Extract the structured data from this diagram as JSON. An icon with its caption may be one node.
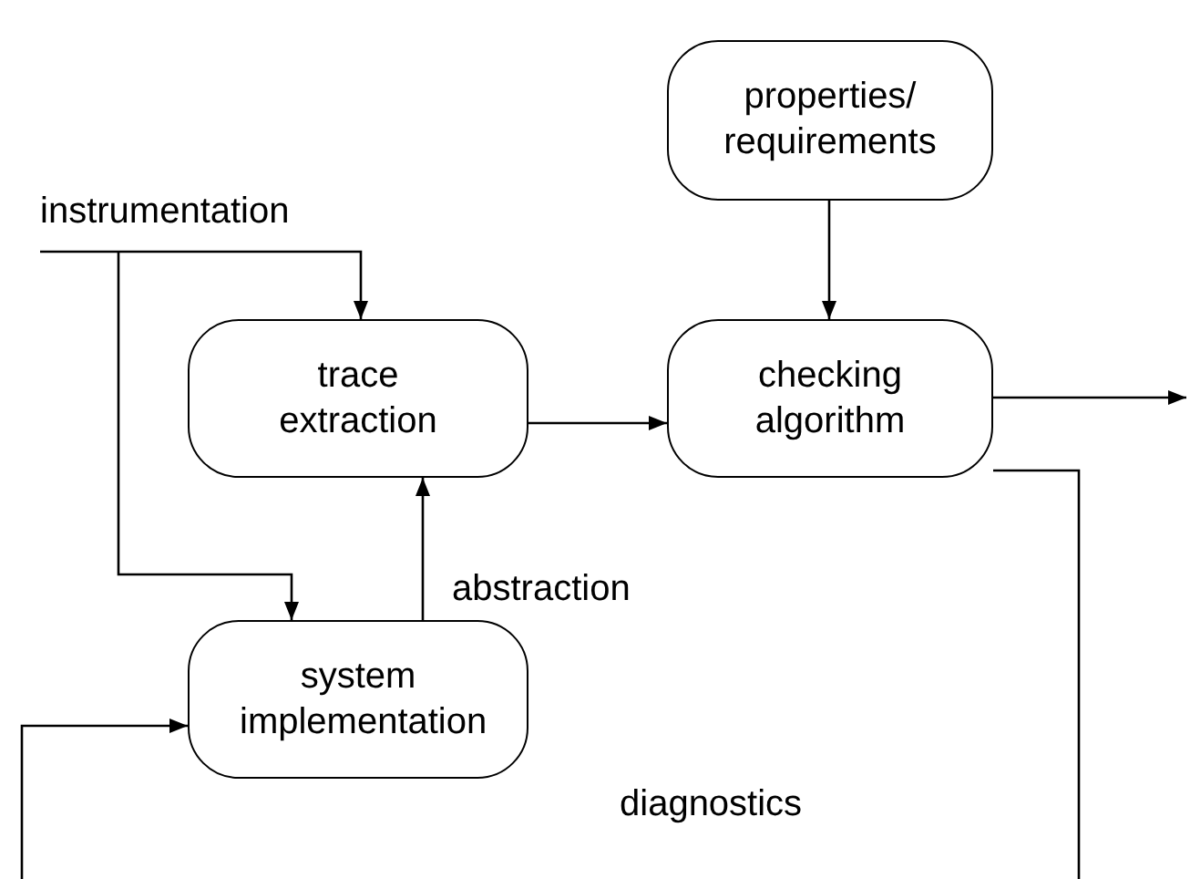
{
  "diagram": {
    "nodes": [
      {
        "text": [
          "properties/ requirements"
        ]
      },
      {
        "text": [
          "instrumentation"
        ]
      },
      {
        "text": [
          "trace extraction"
        ]
      },
      {
        "text": [
          "checking algorithm"
        ]
      },
      {
        "text": [
          "system implementation"
        ]
      }
    ],
    "edges": [
      {
        "from": 1,
        "to": 2,
        "arrow": "to"
      },
      {
        "from": 1,
        "to": 4,
        "arrow": "to"
      },
      {
        "from": 0,
        "to": 3,
        "arrow": "to"
      },
      {
        "from": 2,
        "to": 3,
        "arrow": "to"
      },
      {
        "from": 4,
        "to": 2,
        "arrow": "to",
        "label": "abstraction"
      },
      {
        "from": 3,
        "to": null,
        "arrow": "to"
      },
      {
        "from": 3,
        "to": null,
        "arrow": "none"
      },
      {
        "from": null,
        "to": 4,
        "arrow": "to"
      }
    ],
    "labels": [
      "diagnostics"
    ]
  }
}
